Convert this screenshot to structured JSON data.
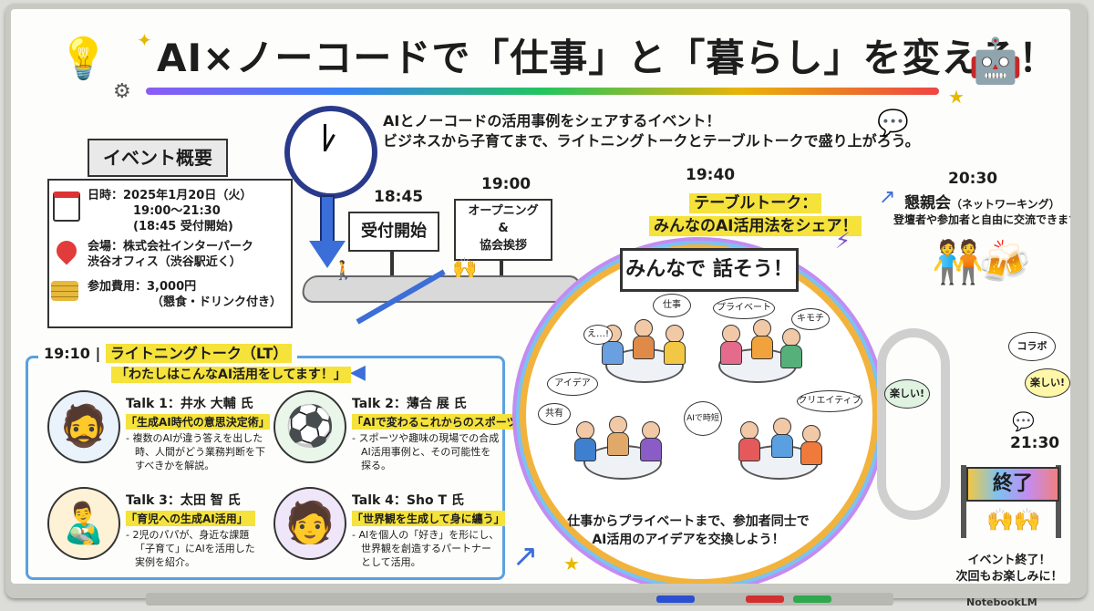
{
  "title": "AI×ノーコードで「仕事」と「暮らし」を変える！",
  "subtitle": {
    "line1": "AIとノーコードの活用事例をシェアするイベント！",
    "line2": "ビジネスから子育てまで、ライトニングトークとテーブルトークで盛り上がろう。"
  },
  "overview": {
    "heading": "イベント概要",
    "date_line1": "日時：2025年1月20日（火）",
    "date_line2": "19:00〜21:30",
    "date_line3": "(18:45 受付開始)",
    "venue_line1": "会場：株式会社インターパーク",
    "venue_line2": "渋谷オフィス（渋谷駅近く）",
    "fee_line1": "参加費用：3,000円",
    "fee_line2": "（懇食・ドリンク付き）"
  },
  "timeline": {
    "reception_time": "18:45",
    "reception_label": "受付開始",
    "opening_time": "19:00",
    "opening_line1": "オープニング",
    "opening_line2": "&",
    "opening_line3": "協会挨拶",
    "table_time": "19:40",
    "table_line1": "テーブルトーク：",
    "table_line2": "みんなのAI活用法をシェア！",
    "networking_time": "20:30",
    "networking_title": "懇親会",
    "networking_sub": "（ネットワーキング）",
    "networking_desc": "登壇者や参加者と自由に交流できます。",
    "end_time": "21:30",
    "end_label": "終了",
    "end_msg1": "イベント終了！",
    "end_msg2": "次回もお楽しみに！"
  },
  "lt": {
    "time": "19:10",
    "title": "ライトニングトーク（LT）",
    "tagline": "「わたしはこんなAI活用をしてます！」",
    "talks": [
      {
        "name": "Talk 1：井水 大輔 氏",
        "theme": "「生成AI時代の意思決定術」",
        "desc1": "- 複数のAIが違う答えを出した",
        "desc2": "時、人間がどう業務判断を下",
        "desc3": "すべきかを解説。"
      },
      {
        "name": "Talk 2：薄合 展 氏",
        "theme": "「AIで変わるこれからのスポーツ」",
        "desc1": "- スポーツや趣味の現場での合成",
        "desc2": "AI活用事例と、その可能性を",
        "desc3": "探る。"
      },
      {
        "name": "Talk 3：太田 智 氏",
        "theme": "「育児への生成AI活用」",
        "desc1": "- 2児のパパが、身近な課題",
        "desc2": "「子育て」にAIを活用した",
        "desc3": "実例を紹介。"
      },
      {
        "name": "Talk 4：Sho T 氏",
        "theme": "「世界観を生成して身に纏う」",
        "desc1": "- AIを個人の「好き」を形にし、",
        "desc2": "世界観を創造するパートナー",
        "desc3": "として活用。"
      }
    ]
  },
  "talk_circle": {
    "banner": "みんなで 話そう！",
    "bubbles": [
      "仕事",
      "プライベート",
      "キモチ",
      "え…!",
      "アイデア",
      "AIで時短",
      "クリエイティブ",
      "共有"
    ],
    "caption1": "仕事からプライベートまで、参加者同士で",
    "caption2": "AI活用のアイデアを交換しよう！"
  },
  "chat_words": [
    "コラボ",
    "楽しい!",
    "楽しい!"
  ],
  "watermark": "NotebookLM",
  "colors": {
    "accent_blue": "#3b6ed8",
    "highlight_yellow": "#f5e23a",
    "lt_border": "#5aa0e0"
  }
}
